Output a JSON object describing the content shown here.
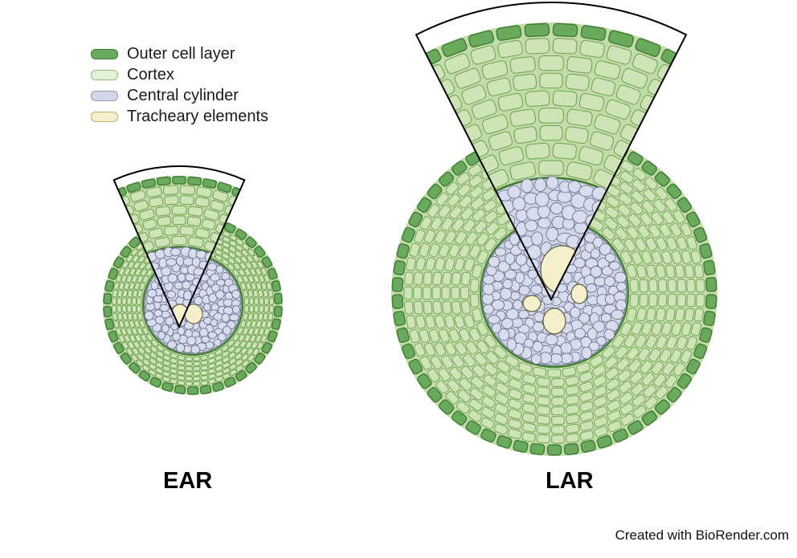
{
  "legend": {
    "items": [
      {
        "label": "Outer cell layer",
        "fill": "#6aaa5c",
        "stroke": "#3f7a36"
      },
      {
        "label": "Cortex",
        "fill": "#e2f2d8",
        "stroke": "#8fbf7a"
      },
      {
        "label": "Central cylinder",
        "fill": "#d3d8e8",
        "stroke": "#8f97b3"
      },
      {
        "label": "Tracheary elements",
        "fill": "#f6efcc",
        "stroke": "#bfae72"
      }
    ]
  },
  "labels": {
    "left": "EAR",
    "right": "LAR"
  },
  "credit": "Created with BioRender.com",
  "colors": {
    "outer_cell": "#6aaa5c",
    "outer_stroke": "#3f7a36",
    "cortex_fill": "#c2dca7",
    "cortex_cell": "#cfe4b6",
    "cortex_stroke": "#6e9f52",
    "stele_fill": "#d0d5e6",
    "stele_cell": "#d8dcec",
    "stele_stroke": "#6b7494",
    "trachea_fill": "#f6efcc",
    "trachea_stroke": "#5c5a3c"
  }
}
